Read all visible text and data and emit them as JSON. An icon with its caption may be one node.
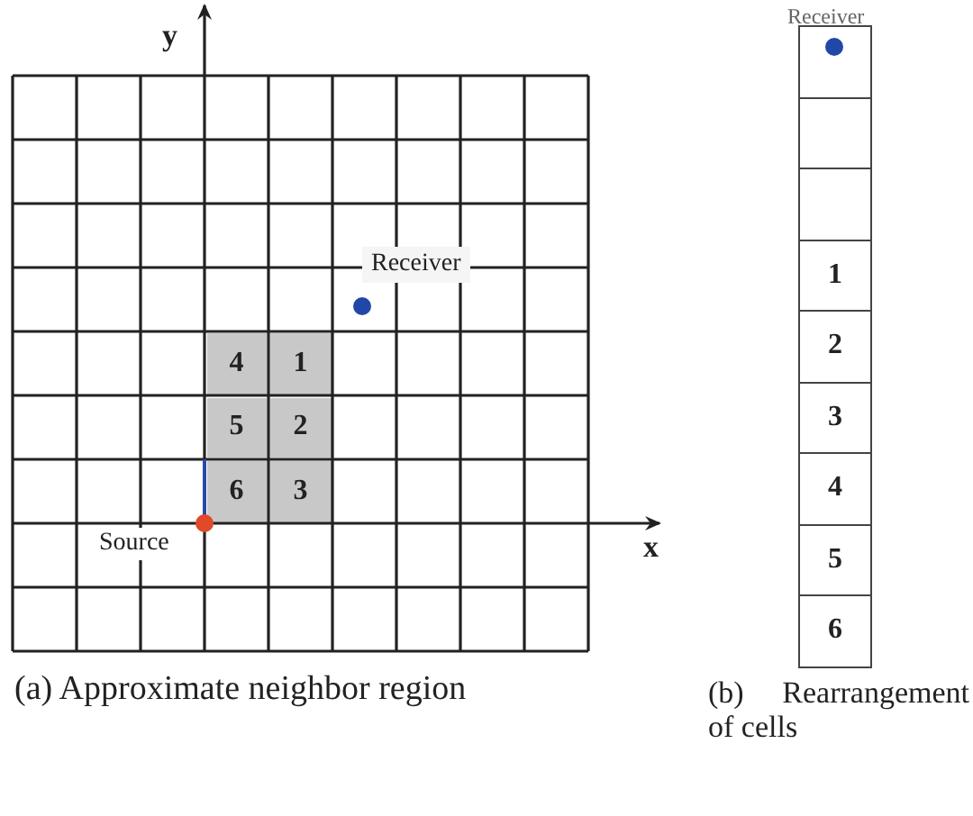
{
  "diagram": {
    "nodes": [
      {
        "text": [
          "4"
        ]
      },
      {
        "text": [
          "1"
        ]
      },
      {
        "text": [
          "5"
        ]
      },
      {
        "text": [
          "2"
        ]
      },
      {
        "text": [
          "6"
        ]
      },
      {
        "text": [
          "3"
        ]
      },
      {
        "text": [],
        "shape": "box",
        "beside": [
          "Receiver"
        ]
      },
      {
        "text": [],
        "shape": "box"
      },
      {
        "text": [],
        "shape": "box"
      },
      {
        "text": [
          "1"
        ]
      },
      {
        "text": [
          "2"
        ]
      },
      {
        "text": [
          "3"
        ]
      },
      {
        "text": [
          "4"
        ]
      },
      {
        "text": [
          "5"
        ]
      },
      {
        "text": [
          "6"
        ]
      }
    ],
    "edges": [],
    "labels": [
      "y",
      "Receiver",
      "Source",
      "x",
      "(a) Approximate neighbor region",
      "(b) Rearrangement of cells"
    ]
  }
}
